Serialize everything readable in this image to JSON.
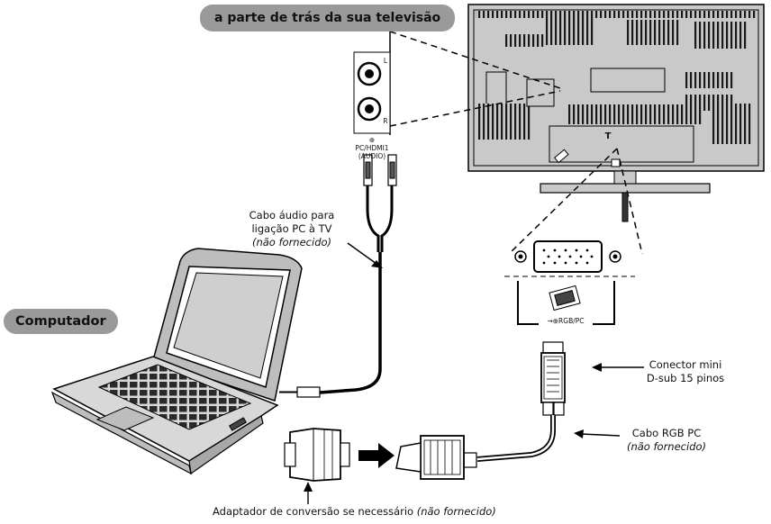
{
  "header": {
    "tv_back_label": "a parte de trás da sua televisão"
  },
  "computer_label": "Computador",
  "audio_socket": {
    "left": "L",
    "right": "R",
    "name": "PC/HDMI1",
    "sub": "(AUDIO)"
  },
  "tv_socket_mark": "T",
  "rgb_port_label": "RGB/PC",
  "audio_cable": {
    "line1": "Cabo áudio para",
    "line2": "ligação PC à TV",
    "note": "(não fornecido)"
  },
  "connector": {
    "line1": "Conector mini",
    "line2": "D-sub 15 pinos"
  },
  "rgb_cable": {
    "line1": "Cabo RGB PC",
    "note": "(não fornecido)"
  },
  "adapter": {
    "text": "Adaptador de conversão se necessário",
    "note": "(não fornecido)"
  },
  "colors": {
    "pill": "#9a9a9a",
    "tv_panel": "#c9c9c9",
    "line": "#000000"
  }
}
